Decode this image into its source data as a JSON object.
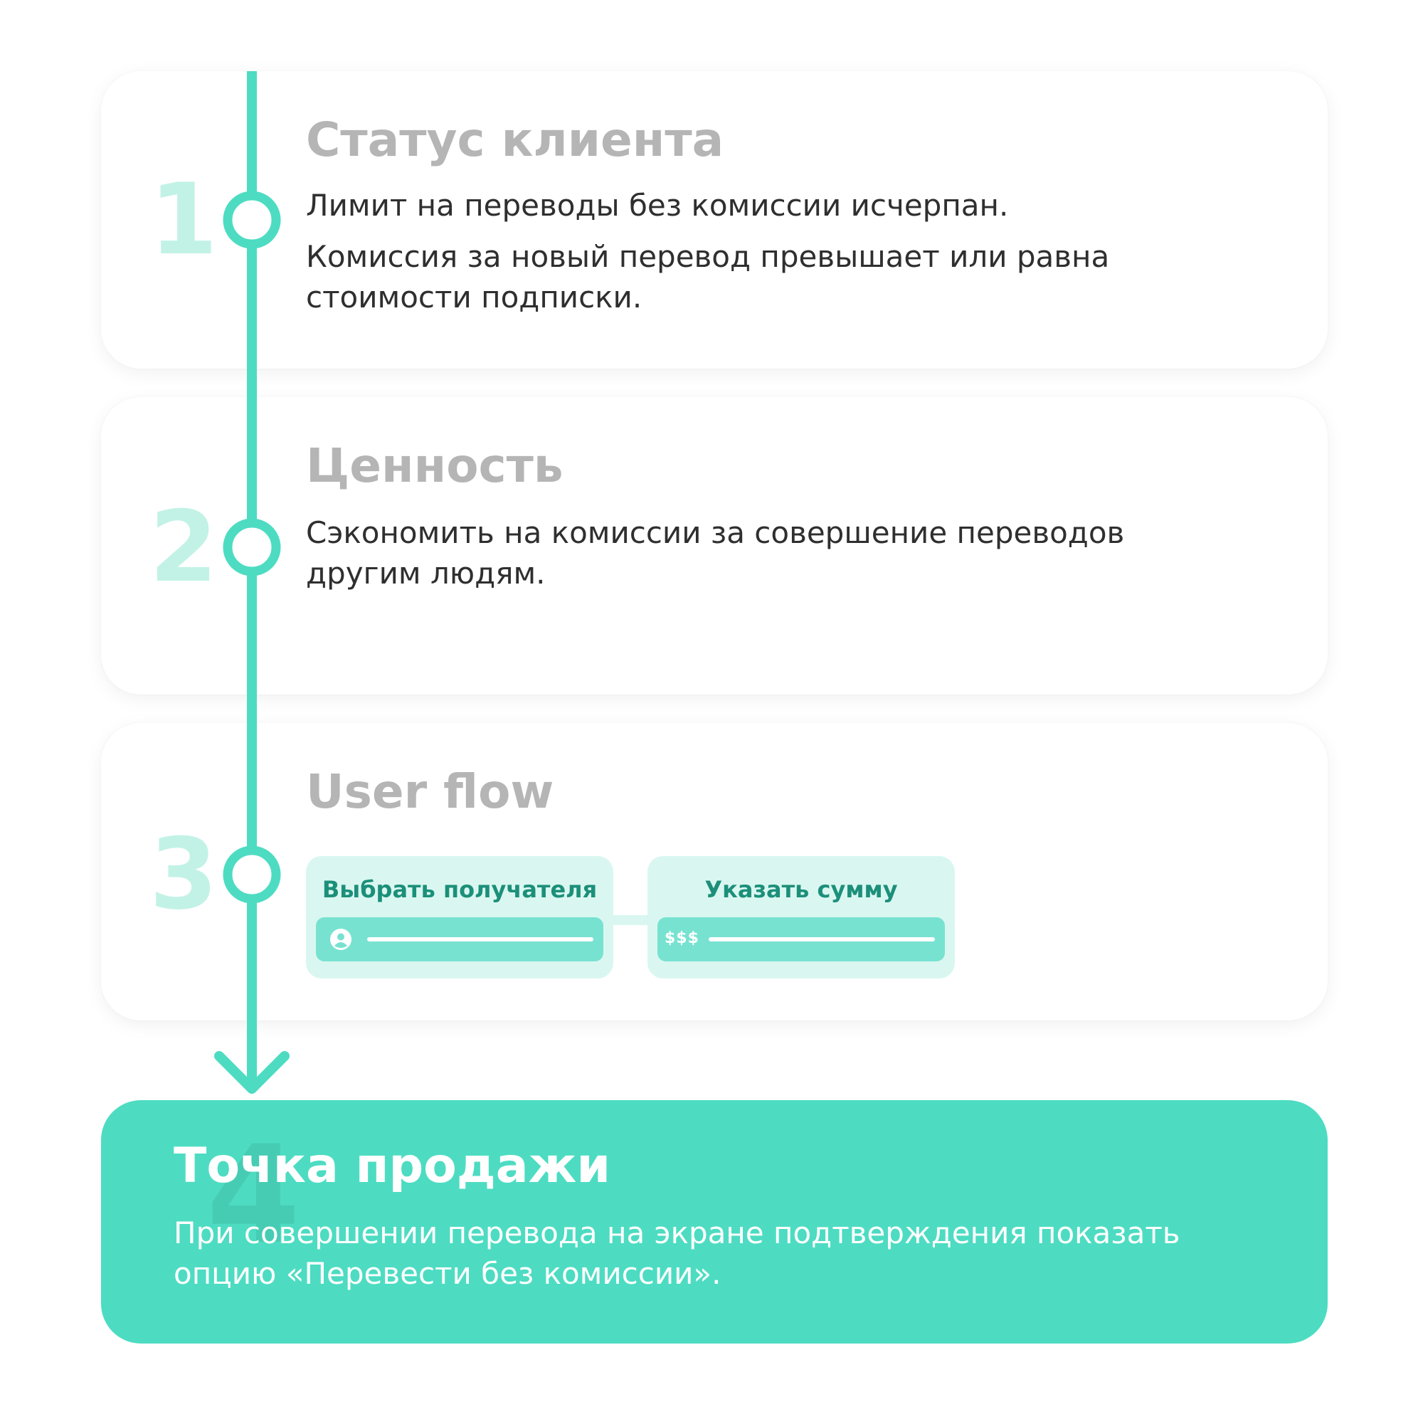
{
  "colors": {
    "accent": "#4ddcc2",
    "step_number": "#c2f2e6",
    "title_gray": "#b5b5b5",
    "flow_box_bg": "#d9f7f0",
    "flow_field_bg": "#78e2d1",
    "flow_title": "#1c8f7a"
  },
  "steps": [
    {
      "number": "1",
      "title": "Статус клиента",
      "paragraphs": [
        "Лимит на переводы без комиссии исчерпан.",
        "Комиссия за новый перевод превышает или равна стоимости подписки."
      ]
    },
    {
      "number": "2",
      "title": "Ценность",
      "paragraphs": [
        "Сэкономить на комиссии за совершение переводов другим людям."
      ]
    },
    {
      "number": "3",
      "title": "User flow",
      "flow": [
        {
          "title": "Выбрать получателя",
          "field_icon": "user-icon"
        },
        {
          "title": "Указать сумму",
          "field_prefix": "$$$"
        }
      ]
    }
  ],
  "sale_point": {
    "number": "4",
    "title": "Точка продажи",
    "text": "При совершении перевода на экране подтверждения показать опцию «Перевести без комиссии»."
  }
}
